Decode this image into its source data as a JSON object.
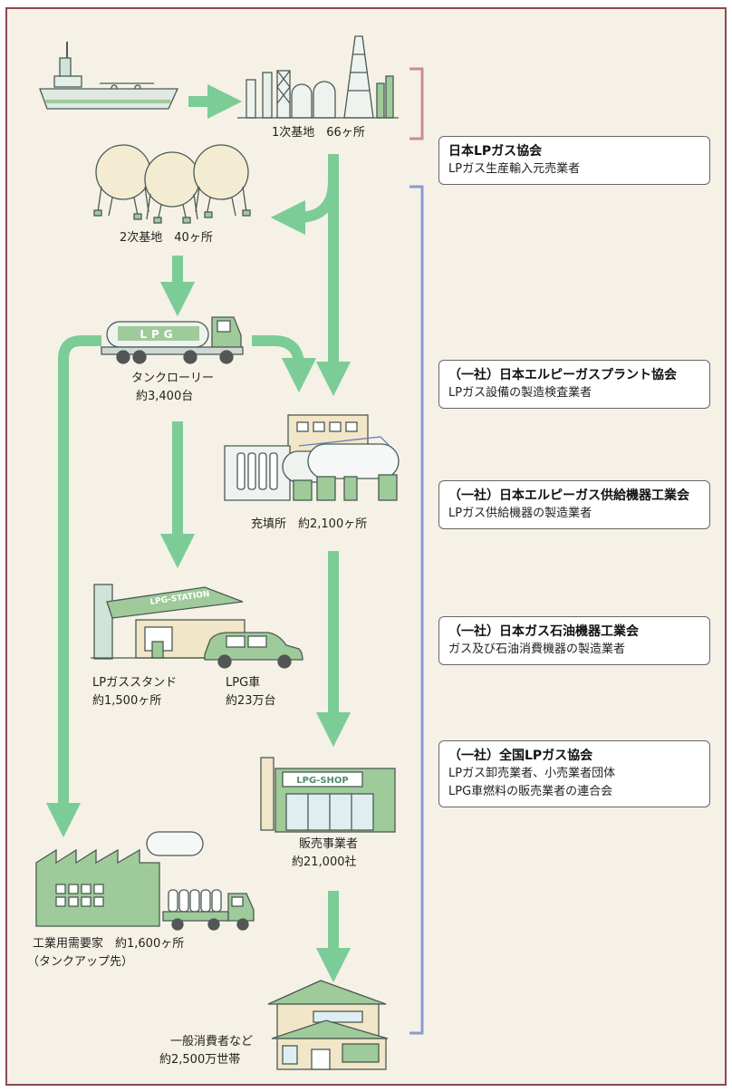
{
  "diagram": {
    "colors": {
      "arrow": "#7ccc98",
      "bracket_top": "#c98a9a",
      "bracket_main": "#8a9bd2",
      "frame": "#8a4a55",
      "background": "#f6f1e6",
      "building_green": "#9fca9a"
    },
    "nodes": {
      "primary_base": "1次基地　66ヶ所",
      "secondary_base": "2次基地　40ヶ所",
      "tank_lorry_name": "タンクローリー",
      "tank_lorry_count": "約3,400台",
      "lorry_tank_text": "LPG",
      "filling_station": "充填所　約2,100ヶ所",
      "lp_stand_name": "LPガススタンド",
      "lp_stand_count": "約1,500ヶ所",
      "lpg_car_name": "LPG車",
      "lpg_car_count": "約23万台",
      "station_sign": "LPG-STATION",
      "shop_sign": "LPG-SHOP",
      "dealer_name": "販売事業者",
      "dealer_count": "約21,000社",
      "industrial_line1": "工業用需要家　約1,600ヶ所",
      "industrial_line2": "（タンクアップ先）",
      "consumer_line1": "一般消費者など",
      "consumer_line2": "約2,500万世帯"
    },
    "associations": [
      {
        "name": "日本LPガス協会",
        "desc": [
          "LPガス生産輸入元売業者"
        ]
      },
      {
        "name": "（一社）日本エルピーガスプラント協会",
        "desc": [
          "LPガス設備の製造検査業者"
        ]
      },
      {
        "name": "（一社）日本エルピーガス供給機器工業会",
        "desc": [
          "LPガス供給機器の製造業者"
        ]
      },
      {
        "name": "（一社）日本ガス石油機器工業会",
        "desc": [
          "ガス及び石油消費機器の製造業者"
        ]
      },
      {
        "name": "（一社）全国LPガス協会",
        "desc": [
          "LPガス卸売業者、小売業者団体",
          "LPG車燃料の販売業者の連合会"
        ]
      }
    ]
  }
}
